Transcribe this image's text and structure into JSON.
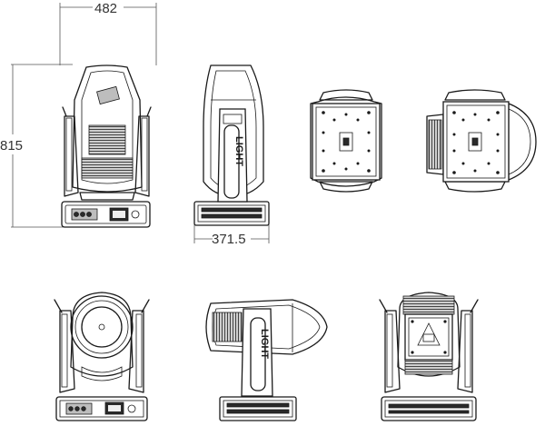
{
  "dimensions": {
    "width_label": "482",
    "height_label": "815",
    "depth_label": "371.5"
  },
  "views": [
    {
      "name": "front-view"
    },
    {
      "name": "side-view"
    },
    {
      "name": "top-view"
    },
    {
      "name": "top-view-tilted"
    },
    {
      "name": "front-lens-view"
    },
    {
      "name": "side-tilted-view"
    },
    {
      "name": "rear-view"
    }
  ],
  "brand_mark": "LIGHT"
}
